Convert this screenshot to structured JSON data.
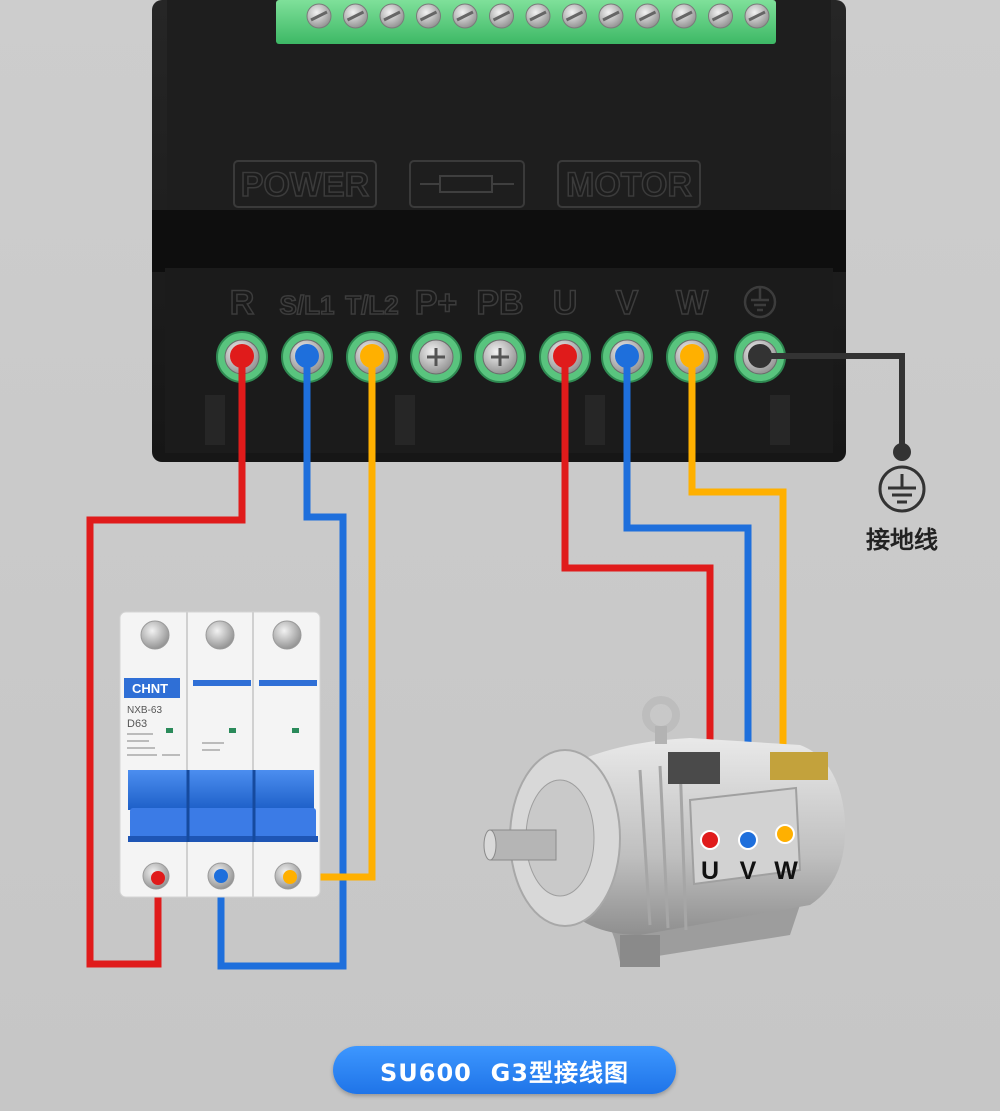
{
  "colors": {
    "phase_red": "#e01b1b",
    "phase_blue": "#1e6fdc",
    "phase_yellow": "#ffb000",
    "ground": "#333333",
    "caption_bg": "#2a86f5"
  },
  "drive": {
    "section_labels": {
      "power": "POWER",
      "motor": "MOTOR"
    },
    "terminals": [
      {
        "label": "R",
        "wire": "red"
      },
      {
        "label": "S/L1",
        "wire": "blue"
      },
      {
        "label": "T/L2",
        "wire": "yellow"
      },
      {
        "label": "P+",
        "wire": "none"
      },
      {
        "label": "PB",
        "wire": "none"
      },
      {
        "label": "U",
        "wire": "red"
      },
      {
        "label": "V",
        "wire": "blue"
      },
      {
        "label": "W",
        "wire": "yellow"
      },
      {
        "label": "",
        "wire": "ground",
        "icon": "ground-symbol-icon"
      }
    ]
  },
  "ground": {
    "label": "接地线",
    "icon": "ground-symbol-icon"
  },
  "breaker": {
    "brand": "CHNT",
    "model": "NXB-63",
    "rating": "D63",
    "poles": 3
  },
  "motor": {
    "terminal_labels": [
      "U",
      "V",
      "W"
    ]
  },
  "caption": {
    "text": "SU600  G3型接线图"
  }
}
